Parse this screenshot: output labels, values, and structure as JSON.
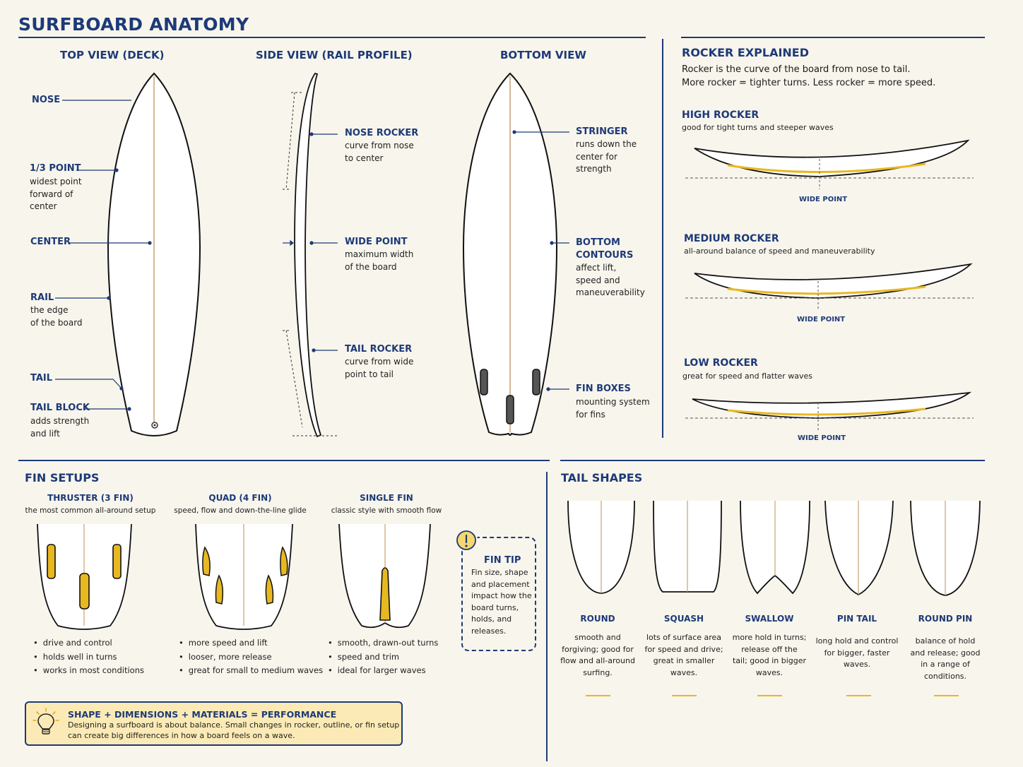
{
  "title": "SURFBOARD ANATOMY",
  "views": {
    "top": "TOP VIEW (DECK)",
    "side": "SIDE VIEW (RAIL PROFILE)",
    "bottom": "BOTTOM VIEW"
  },
  "top_labels": {
    "nose": "NOSE",
    "third": "1/3 POINT",
    "third_desc": [
      "widest point",
      "forward of",
      "center"
    ],
    "center": "CENTER",
    "rail": "RAIL",
    "rail_desc": [
      "the edge",
      "of the board"
    ],
    "tail": "TAIL",
    "tailblock": "TAIL BLOCK",
    "tailblock_desc": [
      "adds strength",
      "and lift"
    ]
  },
  "side_labels": {
    "nose_rocker": "NOSE ROCKER",
    "nose_rocker_desc": [
      "curve from nose",
      "to center"
    ],
    "wide": "WIDE POINT",
    "wide_desc": [
      "maximum width",
      "of the board"
    ],
    "tail_rocker": "TAIL ROCKER",
    "tail_rocker_desc": [
      "curve from wide",
      "point to tail"
    ]
  },
  "bottom_labels": {
    "stringer": "STRINGER",
    "stringer_desc": [
      "runs down the",
      "center for",
      "strength"
    ],
    "contours": [
      "BOTTOM",
      "CONTOURS"
    ],
    "contours_desc": [
      "affect lift,",
      "speed and",
      "maneuverability"
    ],
    "finboxes": "FIN BOXES",
    "finboxes_desc": [
      "mounting system",
      "for fins"
    ]
  },
  "rocker": {
    "title": "ROCKER EXPLAINED",
    "intro": [
      "Rocker is the curve of the board from nose to tail.",
      "More rocker = tighter turns. Less rocker = more speed."
    ],
    "types": [
      {
        "name": "HIGH ROCKER",
        "desc": "good for tight turns and steeper waves",
        "point": "WIDE POINT"
      },
      {
        "name": "MEDIUM ROCKER",
        "desc": "all-around balance of speed and maneuverability",
        "point": "WIDE POINT"
      },
      {
        "name": "LOW ROCKER",
        "desc": "great for speed and flatter waves",
        "point": "WIDE POINT"
      }
    ]
  },
  "fins": {
    "title": "FIN SETUPS",
    "setups": [
      {
        "name": "THRUSTER (3 FIN)",
        "desc": "the most common all-around setup",
        "bullets": [
          "drive and control",
          "holds well in turns",
          "works in most conditions"
        ]
      },
      {
        "name": "QUAD (4 FIN)",
        "desc": "speed, flow and down-the-line glide",
        "bullets": [
          "more speed and lift",
          "looser, more release",
          "great for small to medium waves"
        ]
      },
      {
        "name": "SINGLE FIN",
        "desc": "classic style with smooth flow",
        "bullets": [
          "smooth, drawn-out turns",
          "speed and trim",
          "ideal for larger waves"
        ]
      }
    ],
    "tip_title": "FIN TIP",
    "tip_lines": [
      "Fin size, shape",
      "and placement",
      "impact how the",
      "board turns,",
      "holds, and",
      "releases."
    ]
  },
  "tails": {
    "title": "TAIL SHAPES",
    "shapes": [
      {
        "name": "ROUND",
        "lines": [
          "smooth and",
          "forgiving; good for",
          "flow and all-around",
          "surfing."
        ]
      },
      {
        "name": "SQUASH",
        "lines": [
          "lots of surface area",
          "for speed and drive;",
          "great in smaller",
          "waves."
        ]
      },
      {
        "name": "SWALLOW",
        "lines": [
          "more hold in turns;",
          "release off the",
          "tail; good in bigger",
          "waves."
        ]
      },
      {
        "name": "PIN TAIL",
        "lines": [
          "long hold and control",
          "for bigger, faster",
          "waves."
        ]
      },
      {
        "name": "ROUND PIN",
        "lines": [
          "balance of hold",
          "and release; good",
          "in a range of",
          "conditions."
        ]
      }
    ]
  },
  "performance": {
    "title": "SHAPE + DIMENSIONS + MATERIALS = PERFORMANCE",
    "lines": [
      "Designing a surfboard is about balance. Small changes in rocker, outline, or fin setup",
      "can create big differences in how a board feels on a wave."
    ]
  },
  "colors": {
    "navy": "#1d3a78",
    "accent": "#e8b820",
    "board": "#ffffff",
    "stringer": "#c9a070",
    "background": "#f8f5ec"
  }
}
